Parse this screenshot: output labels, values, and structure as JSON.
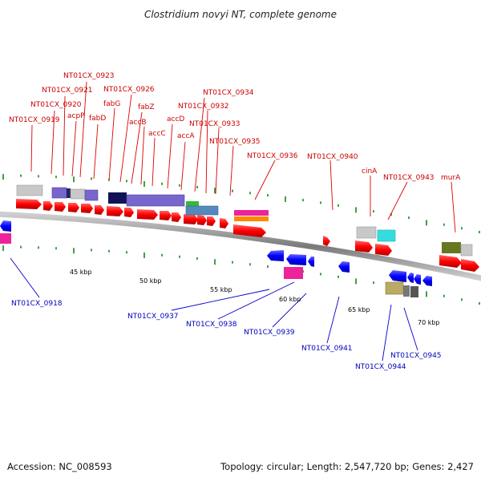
{
  "title": "Clostridium novyi NT, complete genome",
  "footer": {
    "accession": "Accession: NC_008593",
    "topology": "Topology: circular; Length: 2,547,720 bp; Genes: 2,427"
  },
  "colors": {
    "forward_label": "#cc0000",
    "reverse_label": "#0000bb",
    "forward_gene": "#ff0000",
    "reverse_gene": "#0000ff",
    "tick": "#118811",
    "backbone": "#888888"
  },
  "scale_labels": [
    "45 kbp",
    "50 kbp",
    "55 kbp",
    "60 kbp",
    "65 kbp",
    "70 kbp"
  ],
  "top_labels": [
    "NT01CX_0923",
    "NT01CX_0921",
    "NT01CX_0926",
    "NT01CX_0920",
    "fabG",
    "fabZ",
    "acpP",
    "NT01CX_0919",
    "fabD",
    "accB",
    "accC",
    "accD",
    "accA",
    "NT01CX_0934",
    "NT01CX_0932",
    "NT01CX_0933",
    "NT01CX_0935",
    "NT01CX_0936",
    "NT01CX_0940",
    "cinA",
    "NT01CX_0943",
    "murA"
  ],
  "bottom_labels": [
    "NT01CX_0918",
    "NT01CX_0937",
    "NT01CX_0938",
    "NT01CX_0939",
    "NT01CX_0941",
    "NT01CX_0944",
    "NT01CX_0945"
  ]
}
